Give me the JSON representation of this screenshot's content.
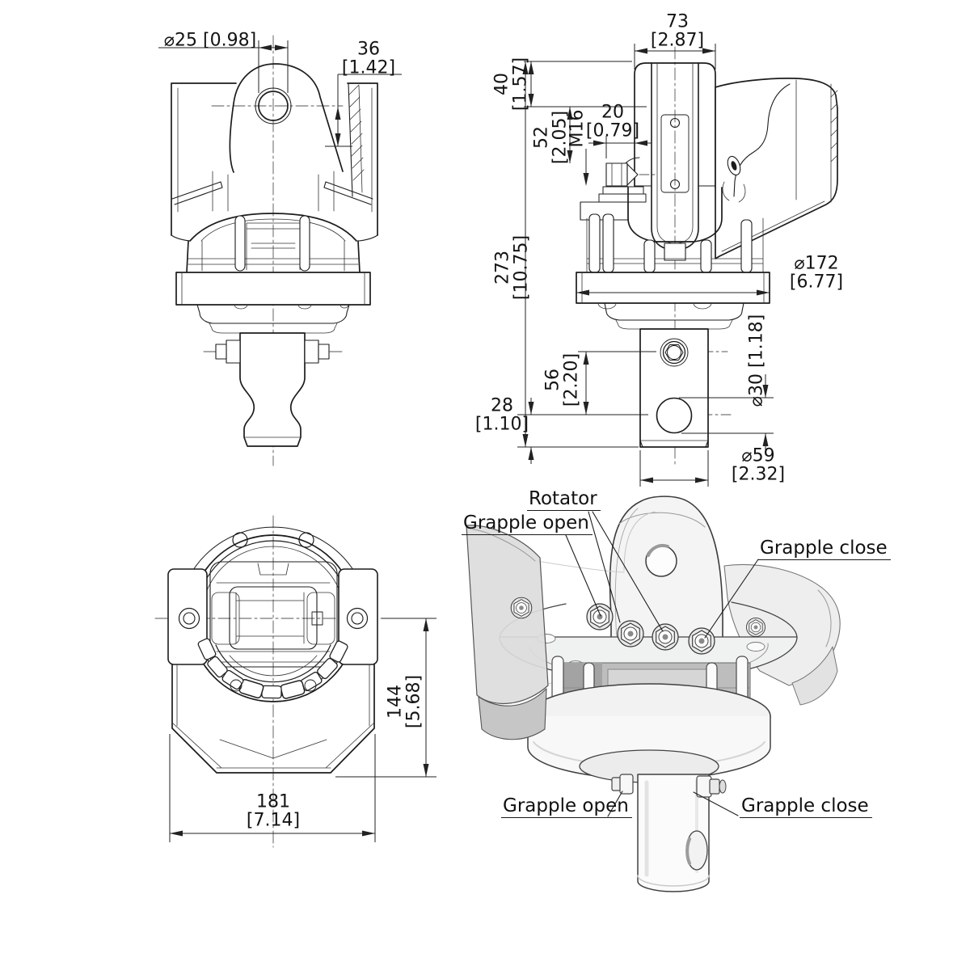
{
  "colors": {
    "background": "#ffffff",
    "line": "#1c1c1c",
    "dimension_text": "#141414",
    "shading_light": "#f3f3f3",
    "shading_mid": "#d6d6d6",
    "shading_dark": "#a8a8a8"
  },
  "dimensions": {
    "front": {
      "pin_hole_dia": {
        "mm": "⌀25",
        "in": "[0.98]"
      },
      "jaw_depth": {
        "mm": "36",
        "in": "[1.42]"
      }
    },
    "side": {
      "clevis_width": {
        "mm": "73",
        "in": "[2.87]"
      },
      "top_offset": {
        "mm": "40",
        "in": "[1.57]"
      },
      "fitting_offset": {
        "mm": "52",
        "in": "[2.05]"
      },
      "thread": {
        "mm": "M16",
        "in": ""
      },
      "fitting_protrusion": {
        "mm": "20",
        "in": "[0.79]"
      },
      "overall_height": {
        "mm": "273",
        "in": "[10.75]"
      },
      "flange_dia": {
        "mm": "⌀172",
        "in": "[6.77]"
      },
      "port_to_hole": {
        "mm": "56",
        "in": "[2.20]"
      },
      "cross_hole_dia": {
        "mm": "⌀30 [1.18]",
        "in": ""
      },
      "hole_to_end": {
        "mm": "28",
        "in": "[1.10]"
      },
      "shaft_dia": {
        "mm": "⌀59",
        "in": "[2.32]"
      }
    },
    "bottom": {
      "body_height": {
        "mm": "144",
        "in": "[5.68]"
      },
      "body_width": {
        "mm": "181",
        "in": "[7.14]"
      }
    }
  },
  "labels": {
    "rotator": "Rotator",
    "grapple_open_top": "Grapple open",
    "grapple_close_top": "Grapple close",
    "grapple_open_bottom": "Grapple open",
    "grapple_close_bottom": "Grapple close"
  }
}
